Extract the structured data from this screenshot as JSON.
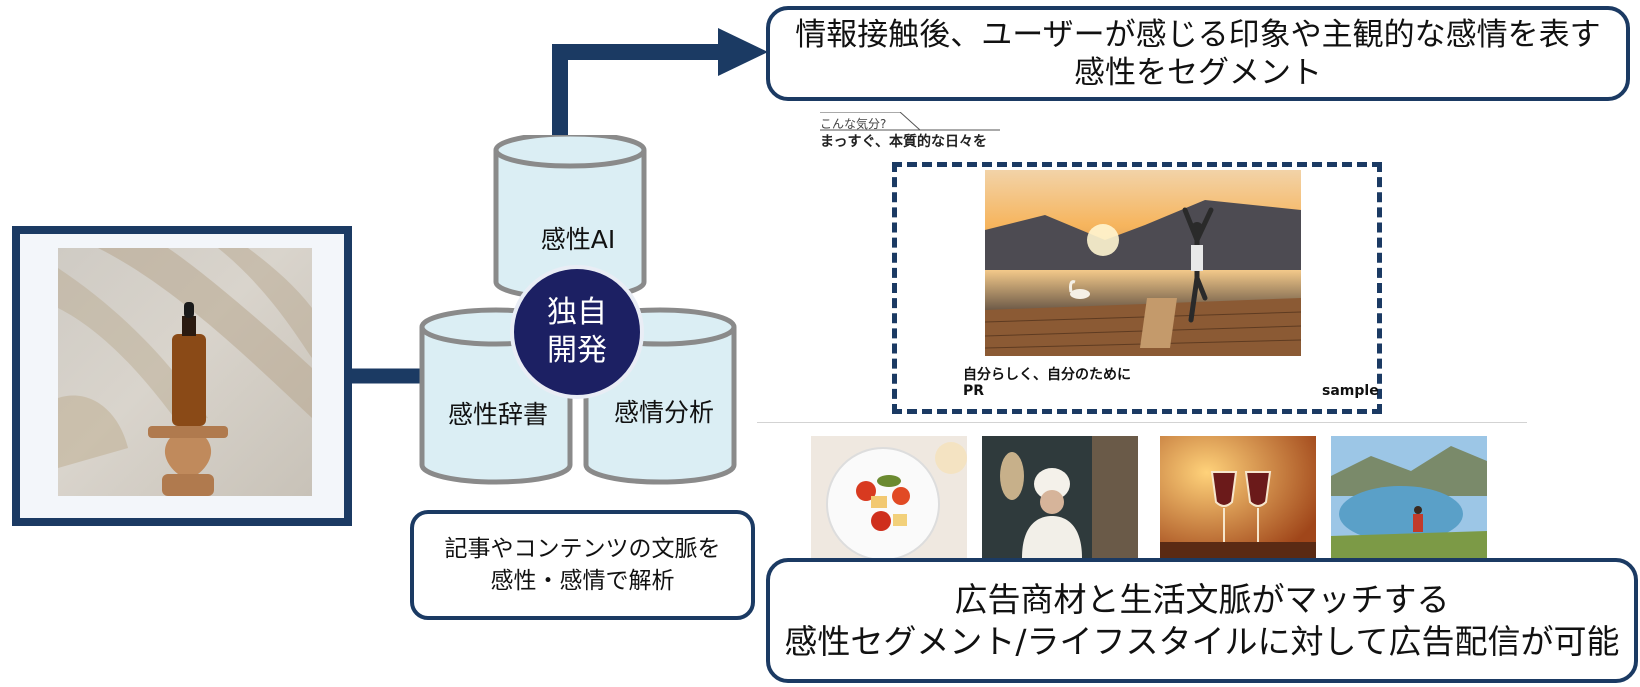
{
  "callouts": {
    "top": "情報接触後、ユーザーが感じる印象や主観的な感情を表す\n感性をセグメント",
    "context": "記事やコンテンツの文脈を\n 感性・感情で解析",
    "bottom": "広告商材と生活文脈がマッチする\n感性セグメント/ライフスタイルに対して広告配信が可能"
  },
  "cylinders": {
    "ai": "感性AI",
    "dictionary": "感性辞書",
    "emotion": "感情分析"
  },
  "badge": "独自\n開発",
  "ad_page": {
    "mood_question": "こんな気分?",
    "mood_title": "まっすぐ、本質的な日々を",
    "caption": "自分らしく、自分のために",
    "pr_label": "PR",
    "sample_label": "sample"
  },
  "colors": {
    "navy": "#1b3a63",
    "cylinder_fill": "#dbeef4",
    "cylinder_stroke": "#8a8a8a",
    "badge": "#1c2063"
  },
  "icons": [
    "arrow-right-icon",
    "connector-line"
  ]
}
